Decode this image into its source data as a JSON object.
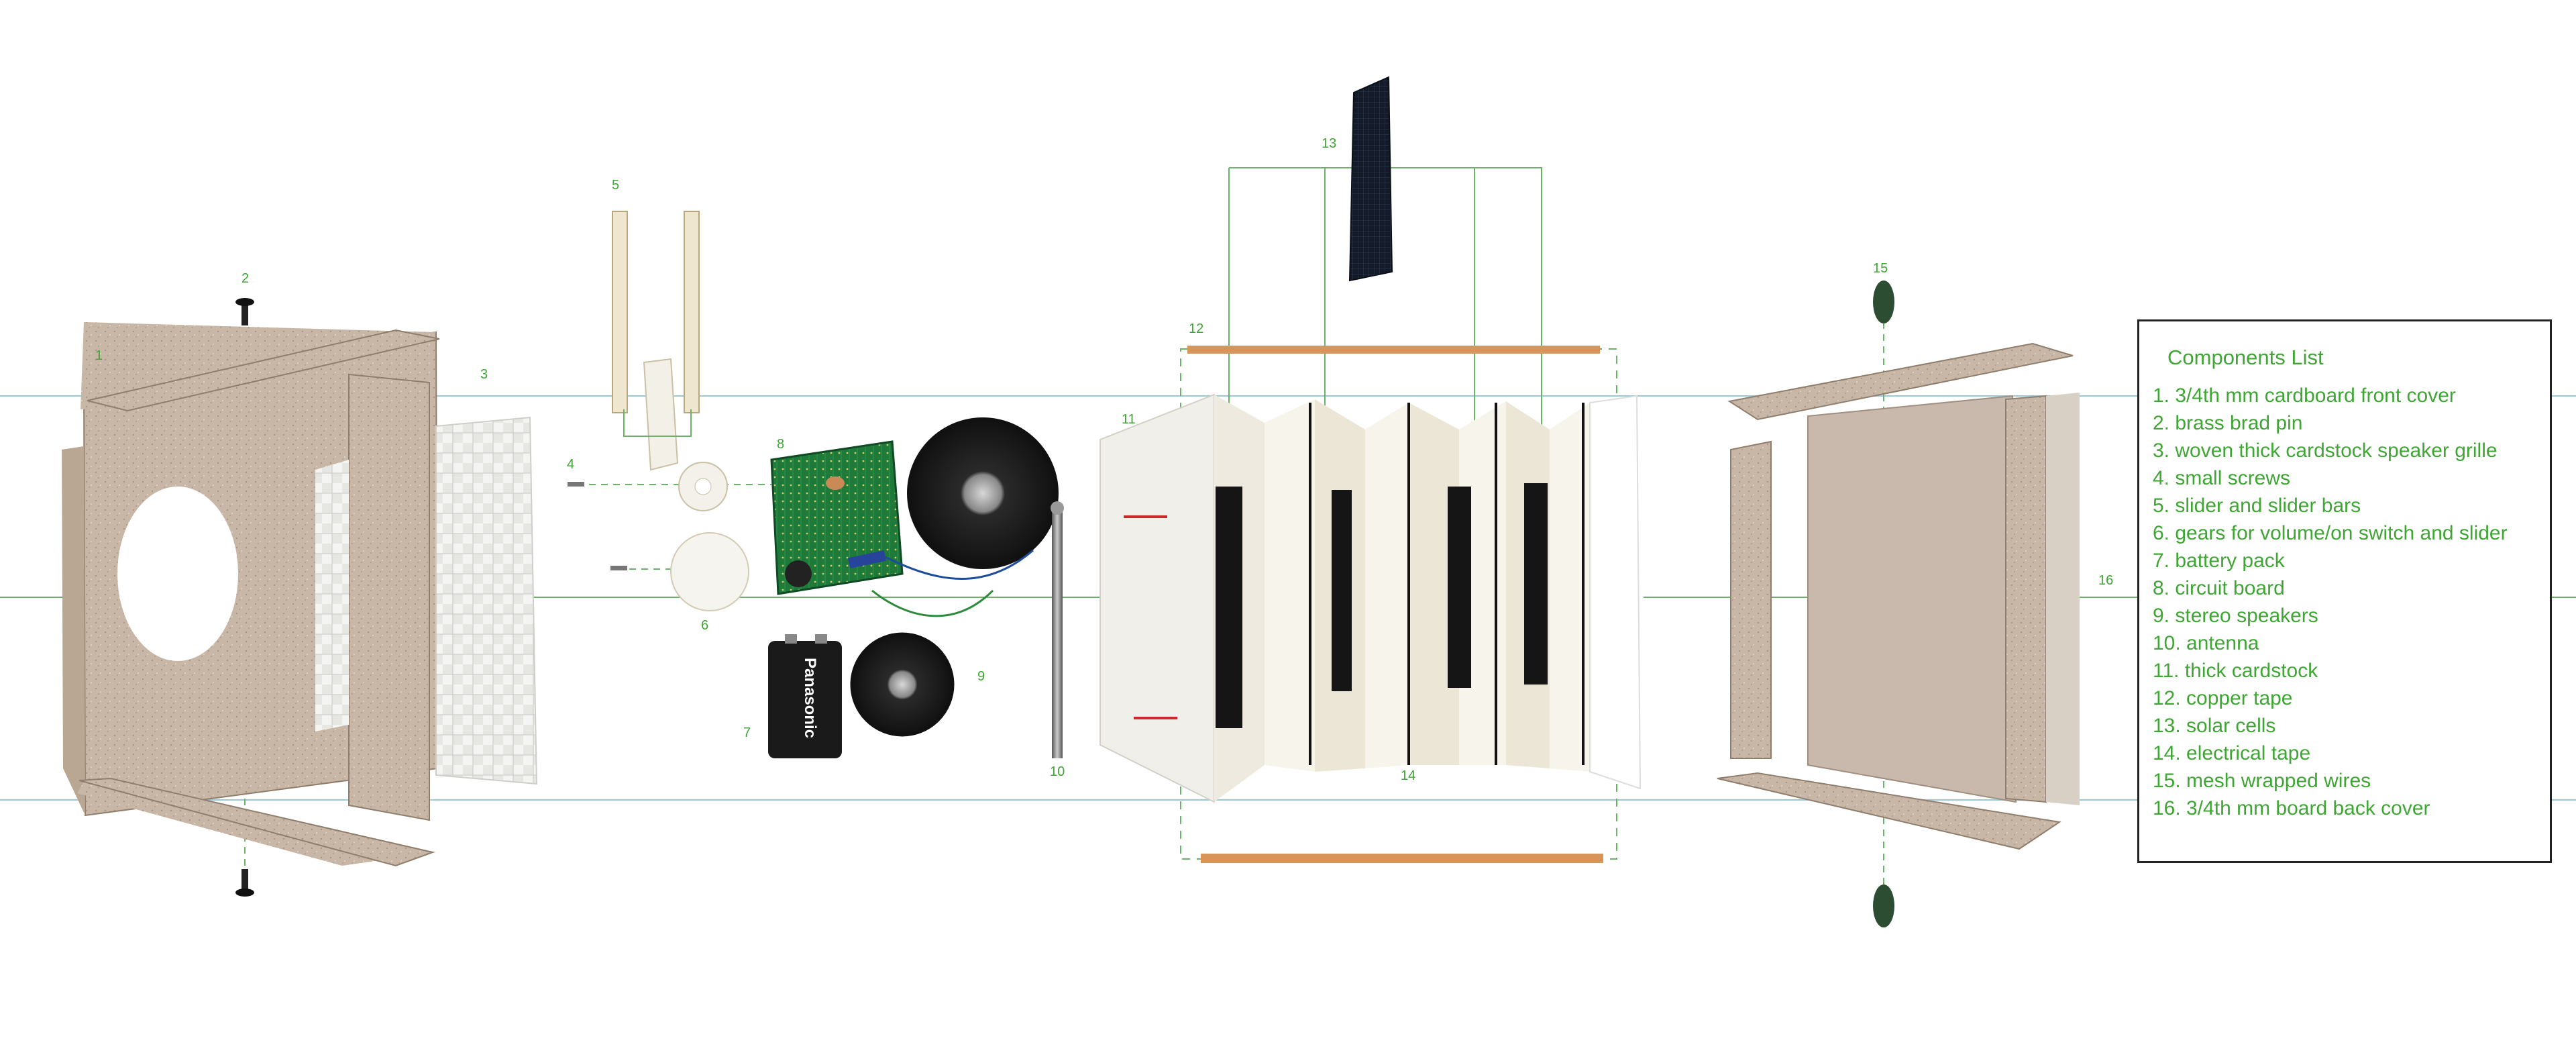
{
  "components_list": {
    "title": "Components List",
    "items": [
      "1. 3/4th mm cardboard front cover",
      "2. brass brad pin",
      "3. woven thick cardstock speaker grille",
      "4. small screws",
      "5. slider and slider bars",
      "6. gears for volume/on switch and slider",
      "7. battery pack",
      "8. circuit board",
      "9. stereo speakers",
      "10. antenna",
      "11. thick cardstock",
      "12. copper tape",
      "13. solar cells",
      "14. electrical tape",
      "15. mesh wrapped wires",
      "16. 3/4th mm board back cover"
    ]
  },
  "callouts": {
    "n1": "1",
    "n2": "2",
    "n3": "3",
    "n4": "4",
    "n5": "5",
    "n6": "6",
    "n7": "7",
    "n8": "8",
    "n9": "9",
    "n10": "10",
    "n11": "11",
    "n12": "12",
    "n13": "13",
    "n14": "14",
    "n15": "15",
    "n16": "16"
  },
  "battery_brand": "Panasonic",
  "colors": {
    "label_green": "#3fa534",
    "guide_blue": "#9cc9d6",
    "cardboard": "#c8b7a6",
    "cardstock": "#f1efe9",
    "copper": "#d8955a",
    "pcb": "#1f7a3a",
    "solar": "#111722"
  }
}
